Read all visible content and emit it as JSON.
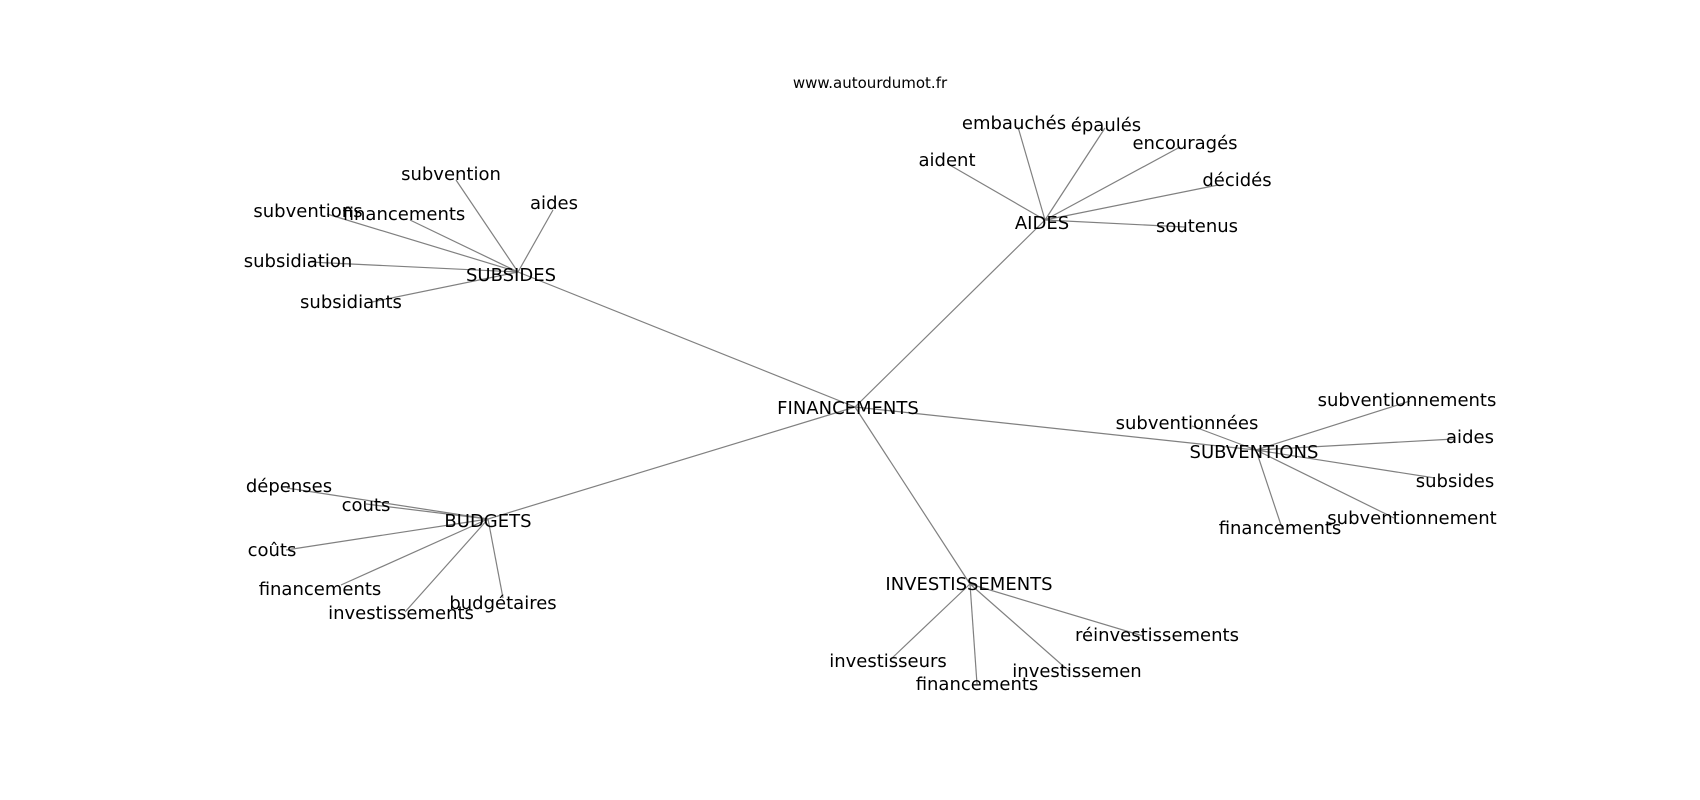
{
  "site": "www.autourdumot.fr",
  "root": {
    "label": "FINANCEMENTS"
  },
  "hubs": [
    {
      "label": "SUBSIDES",
      "leaves": [
        {
          "label": "subvention"
        },
        {
          "label": "aides"
        },
        {
          "label": "subventions"
        },
        {
          "label": "financements"
        },
        {
          "label": "subsidiation"
        },
        {
          "label": "subsidiants"
        }
      ]
    },
    {
      "label": "AIDES",
      "leaves": [
        {
          "label": "embauchés"
        },
        {
          "label": "épaulés"
        },
        {
          "label": "encouragés"
        },
        {
          "label": "aident"
        },
        {
          "label": "décidés"
        },
        {
          "label": "soutenus"
        }
      ]
    },
    {
      "label": "SUBVENTIONS",
      "leaves": [
        {
          "label": "subventionnements"
        },
        {
          "label": "subventionnées"
        },
        {
          "label": "aides"
        },
        {
          "label": "subsides"
        },
        {
          "label": "subventionnement"
        },
        {
          "label": "financements"
        }
      ]
    },
    {
      "label": "BUDGETS",
      "leaves": [
        {
          "label": "dépenses"
        },
        {
          "label": "couts"
        },
        {
          "label": "coûts"
        },
        {
          "label": "financements"
        },
        {
          "label": "budgétaires"
        },
        {
          "label": "investissements"
        }
      ]
    },
    {
      "label": "INVESTISSEMENTS",
      "leaves": [
        {
          "label": "réinvestissements"
        },
        {
          "label": "investisseurs"
        },
        {
          "label": "investissemen"
        },
        {
          "label": "financements"
        }
      ]
    }
  ]
}
